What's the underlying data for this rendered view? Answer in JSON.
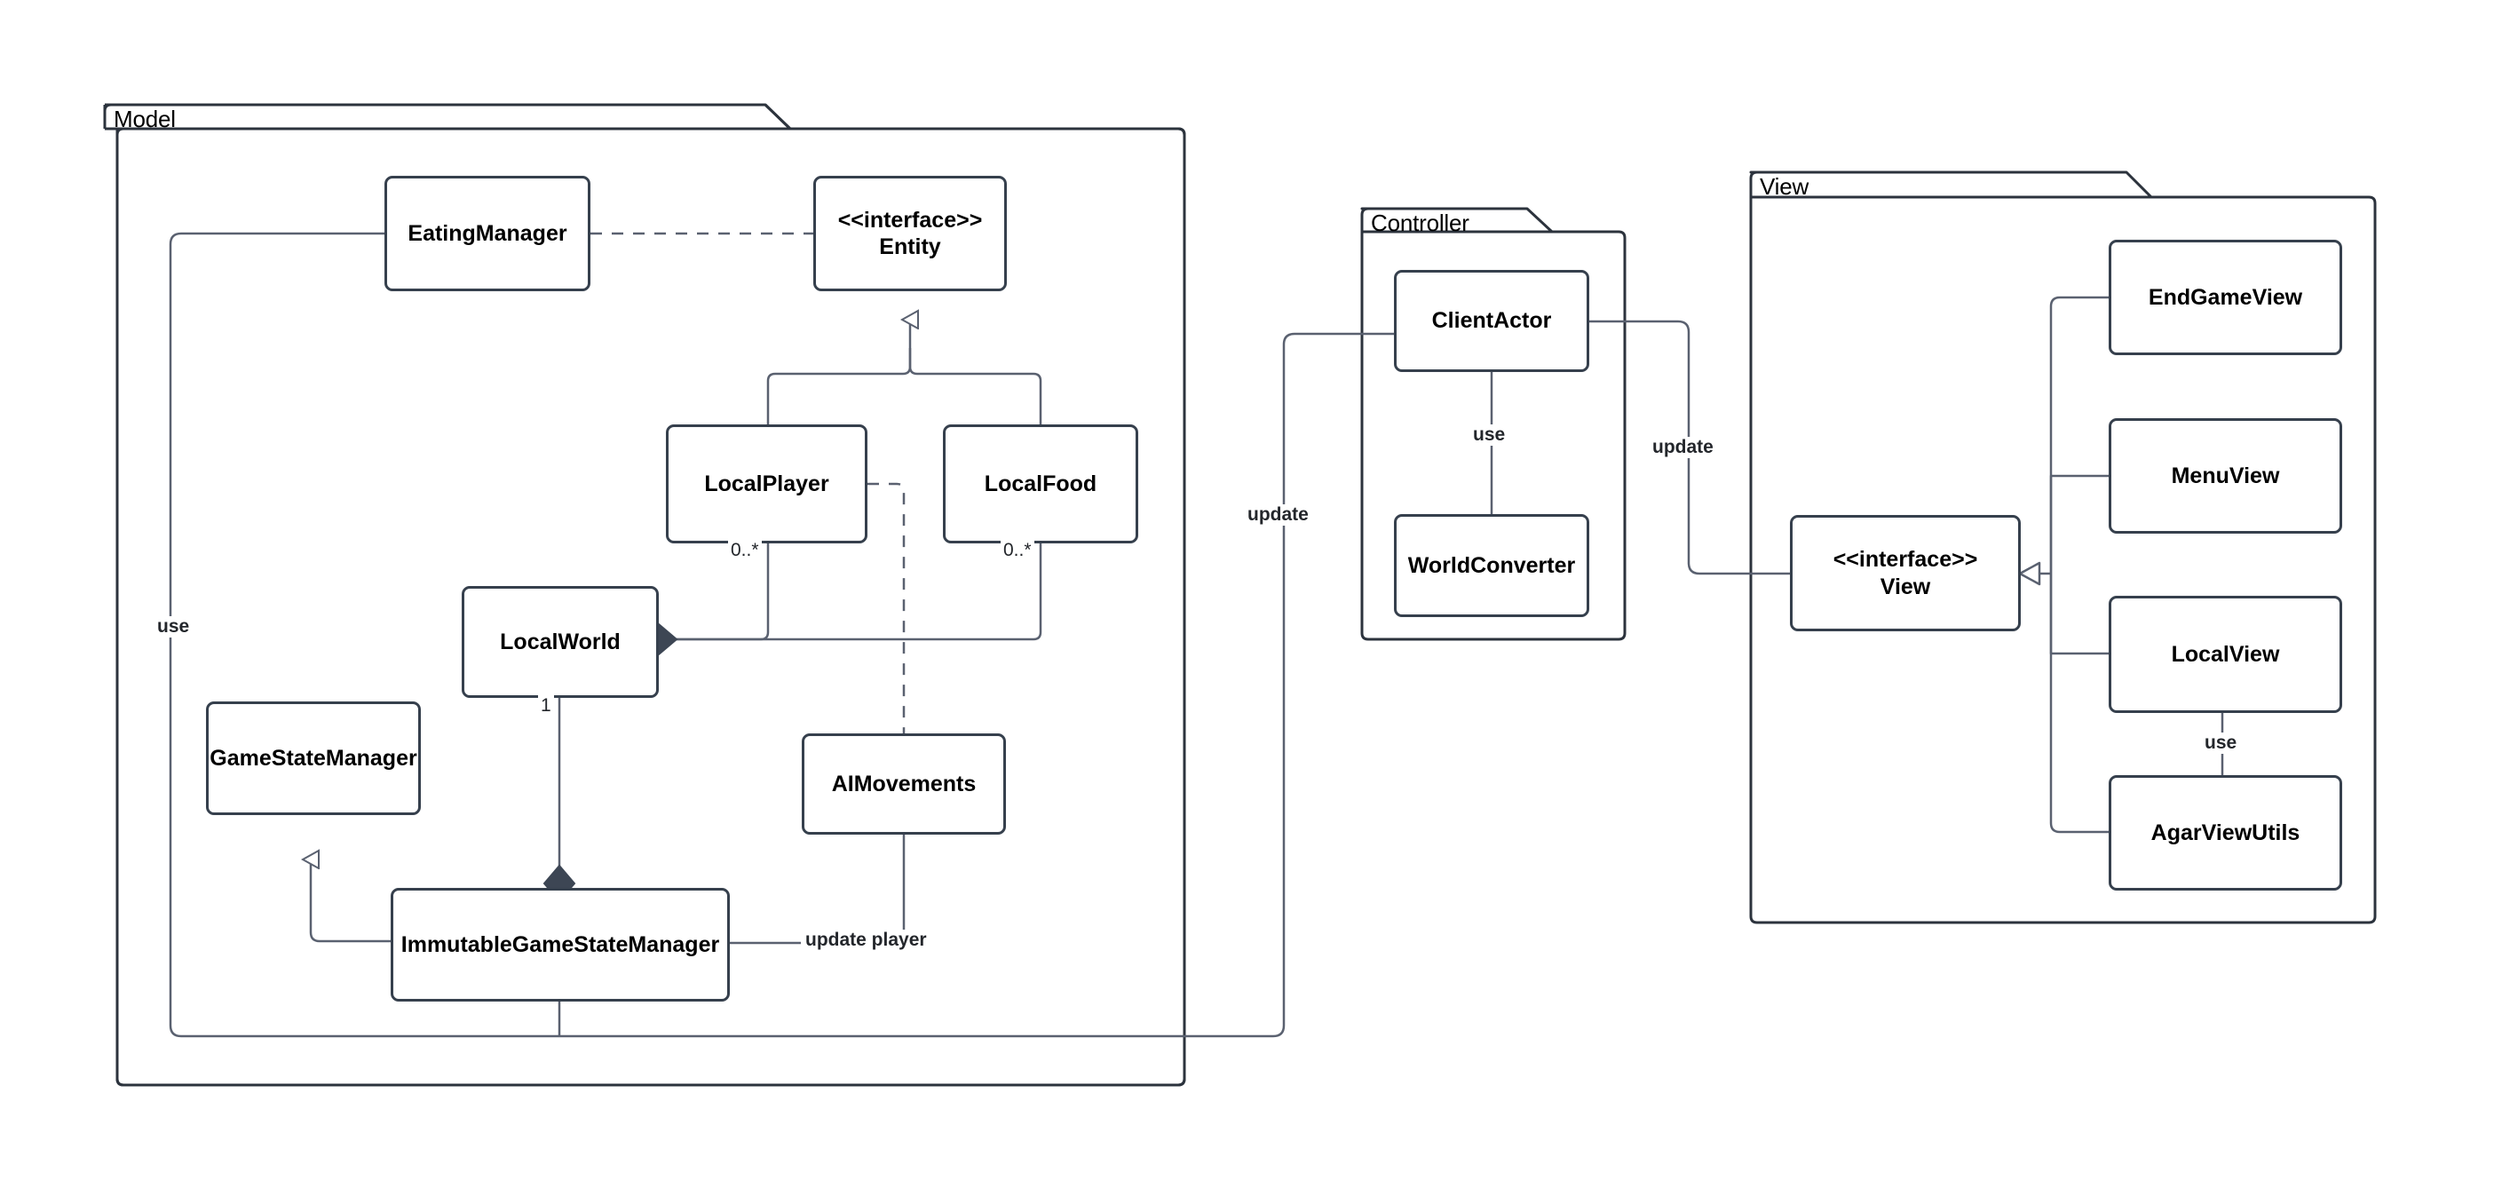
{
  "diagram": {
    "title": "MVC UML Class Diagram",
    "type": "uml-class-diagram",
    "colors": {
      "background": "#ffffff",
      "box_stroke": "#36404d",
      "package_stroke": "#2c333d",
      "edge_stroke": "#5a6170",
      "text": "#000000"
    }
  },
  "packages": [
    {
      "id": "model",
      "label": "Model"
    },
    {
      "id": "controller",
      "label": "Controller"
    },
    {
      "id": "view",
      "label": "View"
    }
  ],
  "classes": [
    {
      "id": "eating_manager",
      "package": "model",
      "stereotype": "",
      "name": "EatingManager"
    },
    {
      "id": "entity",
      "package": "model",
      "stereotype": "<<interface>>",
      "name": "Entity"
    },
    {
      "id": "local_player",
      "package": "model",
      "stereotype": "",
      "name": "LocalPlayer"
    },
    {
      "id": "local_food",
      "package": "model",
      "stereotype": "",
      "name": "LocalFood"
    },
    {
      "id": "local_world",
      "package": "model",
      "stereotype": "",
      "name": "LocalWorld"
    },
    {
      "id": "game_state_mgr",
      "package": "model",
      "stereotype": "",
      "name": "GameStateManager"
    },
    {
      "id": "ai_movements",
      "package": "model",
      "stereotype": "",
      "name": "AIMovements"
    },
    {
      "id": "immutable_gsm",
      "package": "model",
      "stereotype": "",
      "name": "ImmutableGameStateManager"
    },
    {
      "id": "client_actor",
      "package": "controller",
      "stereotype": "",
      "name": "ClientActor"
    },
    {
      "id": "world_converter",
      "package": "controller",
      "stereotype": "",
      "name": "WorldConverter"
    },
    {
      "id": "view_interface",
      "package": "view",
      "stereotype": "<<interface>>",
      "name": "View"
    },
    {
      "id": "end_game_view",
      "package": "view",
      "stereotype": "",
      "name": "EndGameView"
    },
    {
      "id": "menu_view",
      "package": "view",
      "stereotype": "",
      "name": "MenuView"
    },
    {
      "id": "local_view",
      "package": "view",
      "stereotype": "",
      "name": "LocalView"
    },
    {
      "id": "agar_view_utils",
      "package": "view",
      "stereotype": "",
      "name": "AgarViewUtils"
    }
  ],
  "edge_labels": {
    "use_model_left": "use",
    "use_controller": "use",
    "use_view": "use",
    "update_model_controller": "update",
    "update_controller_view": "update",
    "update_player": "update player"
  },
  "multiplicities": {
    "local_player_to_world": "0..*",
    "local_food_to_world": "0..*",
    "local_world_to_igsm": "1"
  },
  "relationships": [
    {
      "from": "eating_manager",
      "to": "entity",
      "type": "dependency",
      "label": ""
    },
    {
      "from": "local_player",
      "to": "entity",
      "type": "inheritance",
      "label": ""
    },
    {
      "from": "local_food",
      "to": "entity",
      "type": "inheritance",
      "label": ""
    },
    {
      "from": "local_player",
      "to": "local_world",
      "type": "composition",
      "label": "0..*"
    },
    {
      "from": "local_food",
      "to": "local_world",
      "type": "composition",
      "label": "0..*"
    },
    {
      "from": "local_world",
      "to": "immutable_gsm",
      "type": "composition",
      "label": "1"
    },
    {
      "from": "immutable_gsm",
      "to": "game_state_mgr",
      "type": "inheritance",
      "label": ""
    },
    {
      "from": "local_player",
      "to": "ai_movements",
      "type": "dependency",
      "label": ""
    },
    {
      "from": "ai_movements",
      "to": "immutable_gsm",
      "type": "association",
      "label": "update player"
    },
    {
      "from": "eating_manager",
      "to": "immutable_gsm",
      "type": "association",
      "label": "use"
    },
    {
      "from": "immutable_gsm",
      "to": "client_actor",
      "type": "association",
      "label": "update"
    },
    {
      "from": "client_actor",
      "to": "world_converter",
      "type": "association",
      "label": "use"
    },
    {
      "from": "client_actor",
      "to": "view_interface",
      "type": "association",
      "label": "update"
    },
    {
      "from": "end_game_view",
      "to": "view_interface",
      "type": "inheritance",
      "label": ""
    },
    {
      "from": "menu_view",
      "to": "view_interface",
      "type": "inheritance",
      "label": ""
    },
    {
      "from": "local_view",
      "to": "view_interface",
      "type": "inheritance",
      "label": ""
    },
    {
      "from": "agar_view_utils",
      "to": "view_interface",
      "type": "inheritance",
      "label": ""
    },
    {
      "from": "local_view",
      "to": "agar_view_utils",
      "type": "association",
      "label": "use"
    }
  ]
}
